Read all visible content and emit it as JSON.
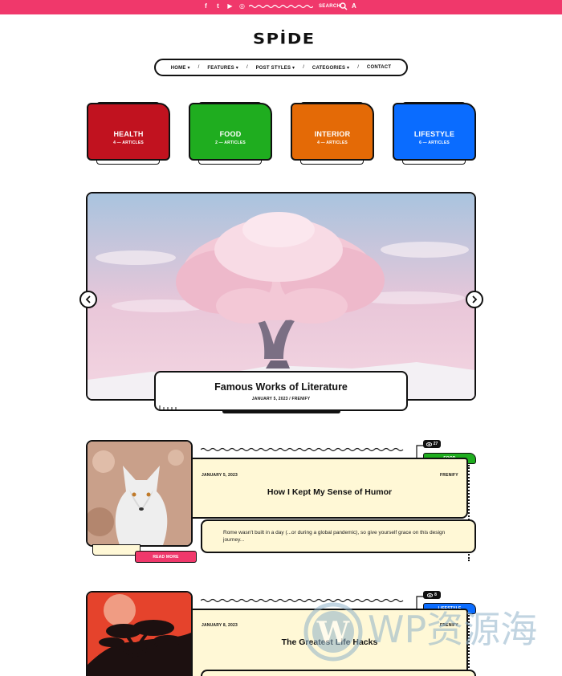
{
  "topbar": {
    "social_icons": [
      {
        "name": "facebook-icon",
        "glyph": "f"
      },
      {
        "name": "twitter-icon",
        "glyph": "t"
      },
      {
        "name": "youtube-icon",
        "glyph": "▶"
      },
      {
        "name": "instagram-icon",
        "glyph": "◎"
      }
    ],
    "search_label": "SEARCH",
    "font_size_toggle": "A"
  },
  "logo": "SPİDE",
  "nav": {
    "items": [
      {
        "label": "HOME",
        "has_dropdown": true
      },
      {
        "label": "FEATURES",
        "has_dropdown": true
      },
      {
        "label": "POST STYLES",
        "has_dropdown": true
      },
      {
        "label": "CATEGORIES",
        "has_dropdown": true
      },
      {
        "label": "CONTACT",
        "has_dropdown": false
      }
    ],
    "dropdown_glyph": "▾",
    "separator": "/"
  },
  "categories": [
    {
      "name": "HEALTH",
      "count": "4 — ARTICLES",
      "color": "#c1121f"
    },
    {
      "name": "FOOD",
      "count": "2 — ARTICLES",
      "color": "#1fad1f"
    },
    {
      "name": "INTERIOR",
      "count": "4 — ARTICLES",
      "color": "#e46a06"
    },
    {
      "name": "LIFESTYLE",
      "count": "6 — ARTICLES",
      "color": "#0a6cff"
    }
  ],
  "hero": {
    "title": "Famous Works of Literature",
    "meta": "JANUARY 5, 2023 / FRENIFY"
  },
  "posts": [
    {
      "date": "JANUARY 5, 2023",
      "author": "FRENIFY",
      "title": "How I Kept My Sense of Humor",
      "excerpt": "Rome wasn't built in a day (...or during a global pandemic), so give yourself grace on this design journey...",
      "category": "FOOD",
      "category_color": "#1fad1f",
      "views": "27",
      "read_more": "READ MORE"
    },
    {
      "date": "JANUARY 8, 2023",
      "author": "FRENIFY",
      "title": "The Greatest Life Hacks",
      "category": "LIFESTYLE",
      "category_color": "#0a6cff",
      "views": "8"
    }
  ],
  "watermark": {
    "text": "WP资源海"
  },
  "colors": {
    "accent": "#f0386b",
    "card_bg": "#fff8d6",
    "ink": "#111111"
  }
}
